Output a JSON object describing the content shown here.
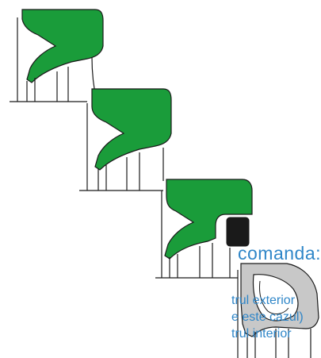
{
  "colors": {
    "seal_green": "#1a9c3a",
    "seal_outline": "#1a1a1a",
    "oring_black": "#1a1a1a",
    "seal_grey": "#c8c8c8",
    "text_blue": "#2f86c8",
    "background": "#ffffff"
  },
  "heading": {
    "text": "comanda:"
  },
  "body_lines": [
    "trul   exterior",
    "e este cazul)",
    "trul   interior"
  ]
}
